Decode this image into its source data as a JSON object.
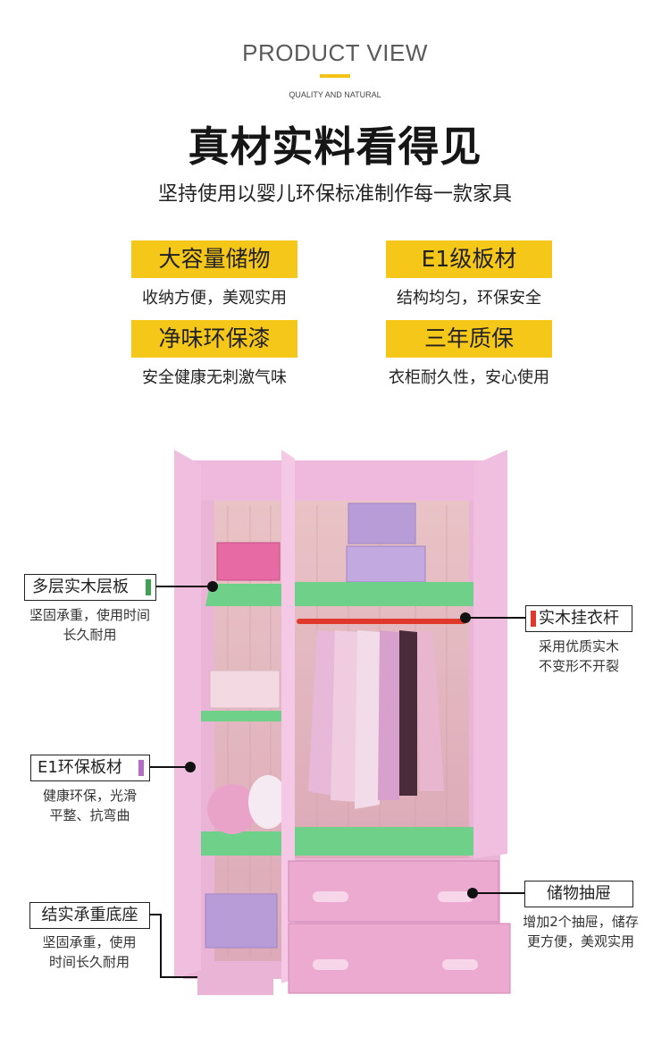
{
  "header": {
    "title": "PRODUCT VIEW",
    "subtitle": "QUALITY AND NATURAL",
    "headline": "真材实料看得见",
    "tagline": "坚持使用以婴儿环保标准制作每一款家具"
  },
  "features": [
    {
      "label": "大容量储物",
      "desc": "收纳方便，美观实用"
    },
    {
      "label": "E1级板材",
      "desc": "结构均匀，环保安全"
    },
    {
      "label": "净味环保漆",
      "desc": "安全健康无刺激气味"
    },
    {
      "label": "三年质保",
      "desc": "衣柜耐久性，安心使用"
    }
  ],
  "callouts": {
    "shelf": {
      "label": "多层实木层板",
      "desc1": "坚固承重，使用时间",
      "desc2": "长久耐用",
      "accent": "#3fa052"
    },
    "rod": {
      "label": "实木挂衣杆",
      "desc1": "采用优质实木",
      "desc2": "不变形不开裂",
      "accent": "#e0392b"
    },
    "board": {
      "label": "E1环保板材",
      "desc1": "健康环保，光滑",
      "desc2": "平整、抗弯曲",
      "accent": "#b46cc4"
    },
    "base": {
      "label": "结实承重底座",
      "desc1": "坚固承重，使用",
      "desc2": "时间长久耐用"
    },
    "drawer": {
      "label": "储物抽屉",
      "desc1": "增加2个抽屉，储存",
      "desc2": "更方便，美观实用"
    }
  },
  "colors": {
    "accent_yellow": "#f5c719",
    "wardrobe_pink": "#ecaad0",
    "shelf_green": "#6fd08a",
    "rod_red": "#e0392b"
  }
}
